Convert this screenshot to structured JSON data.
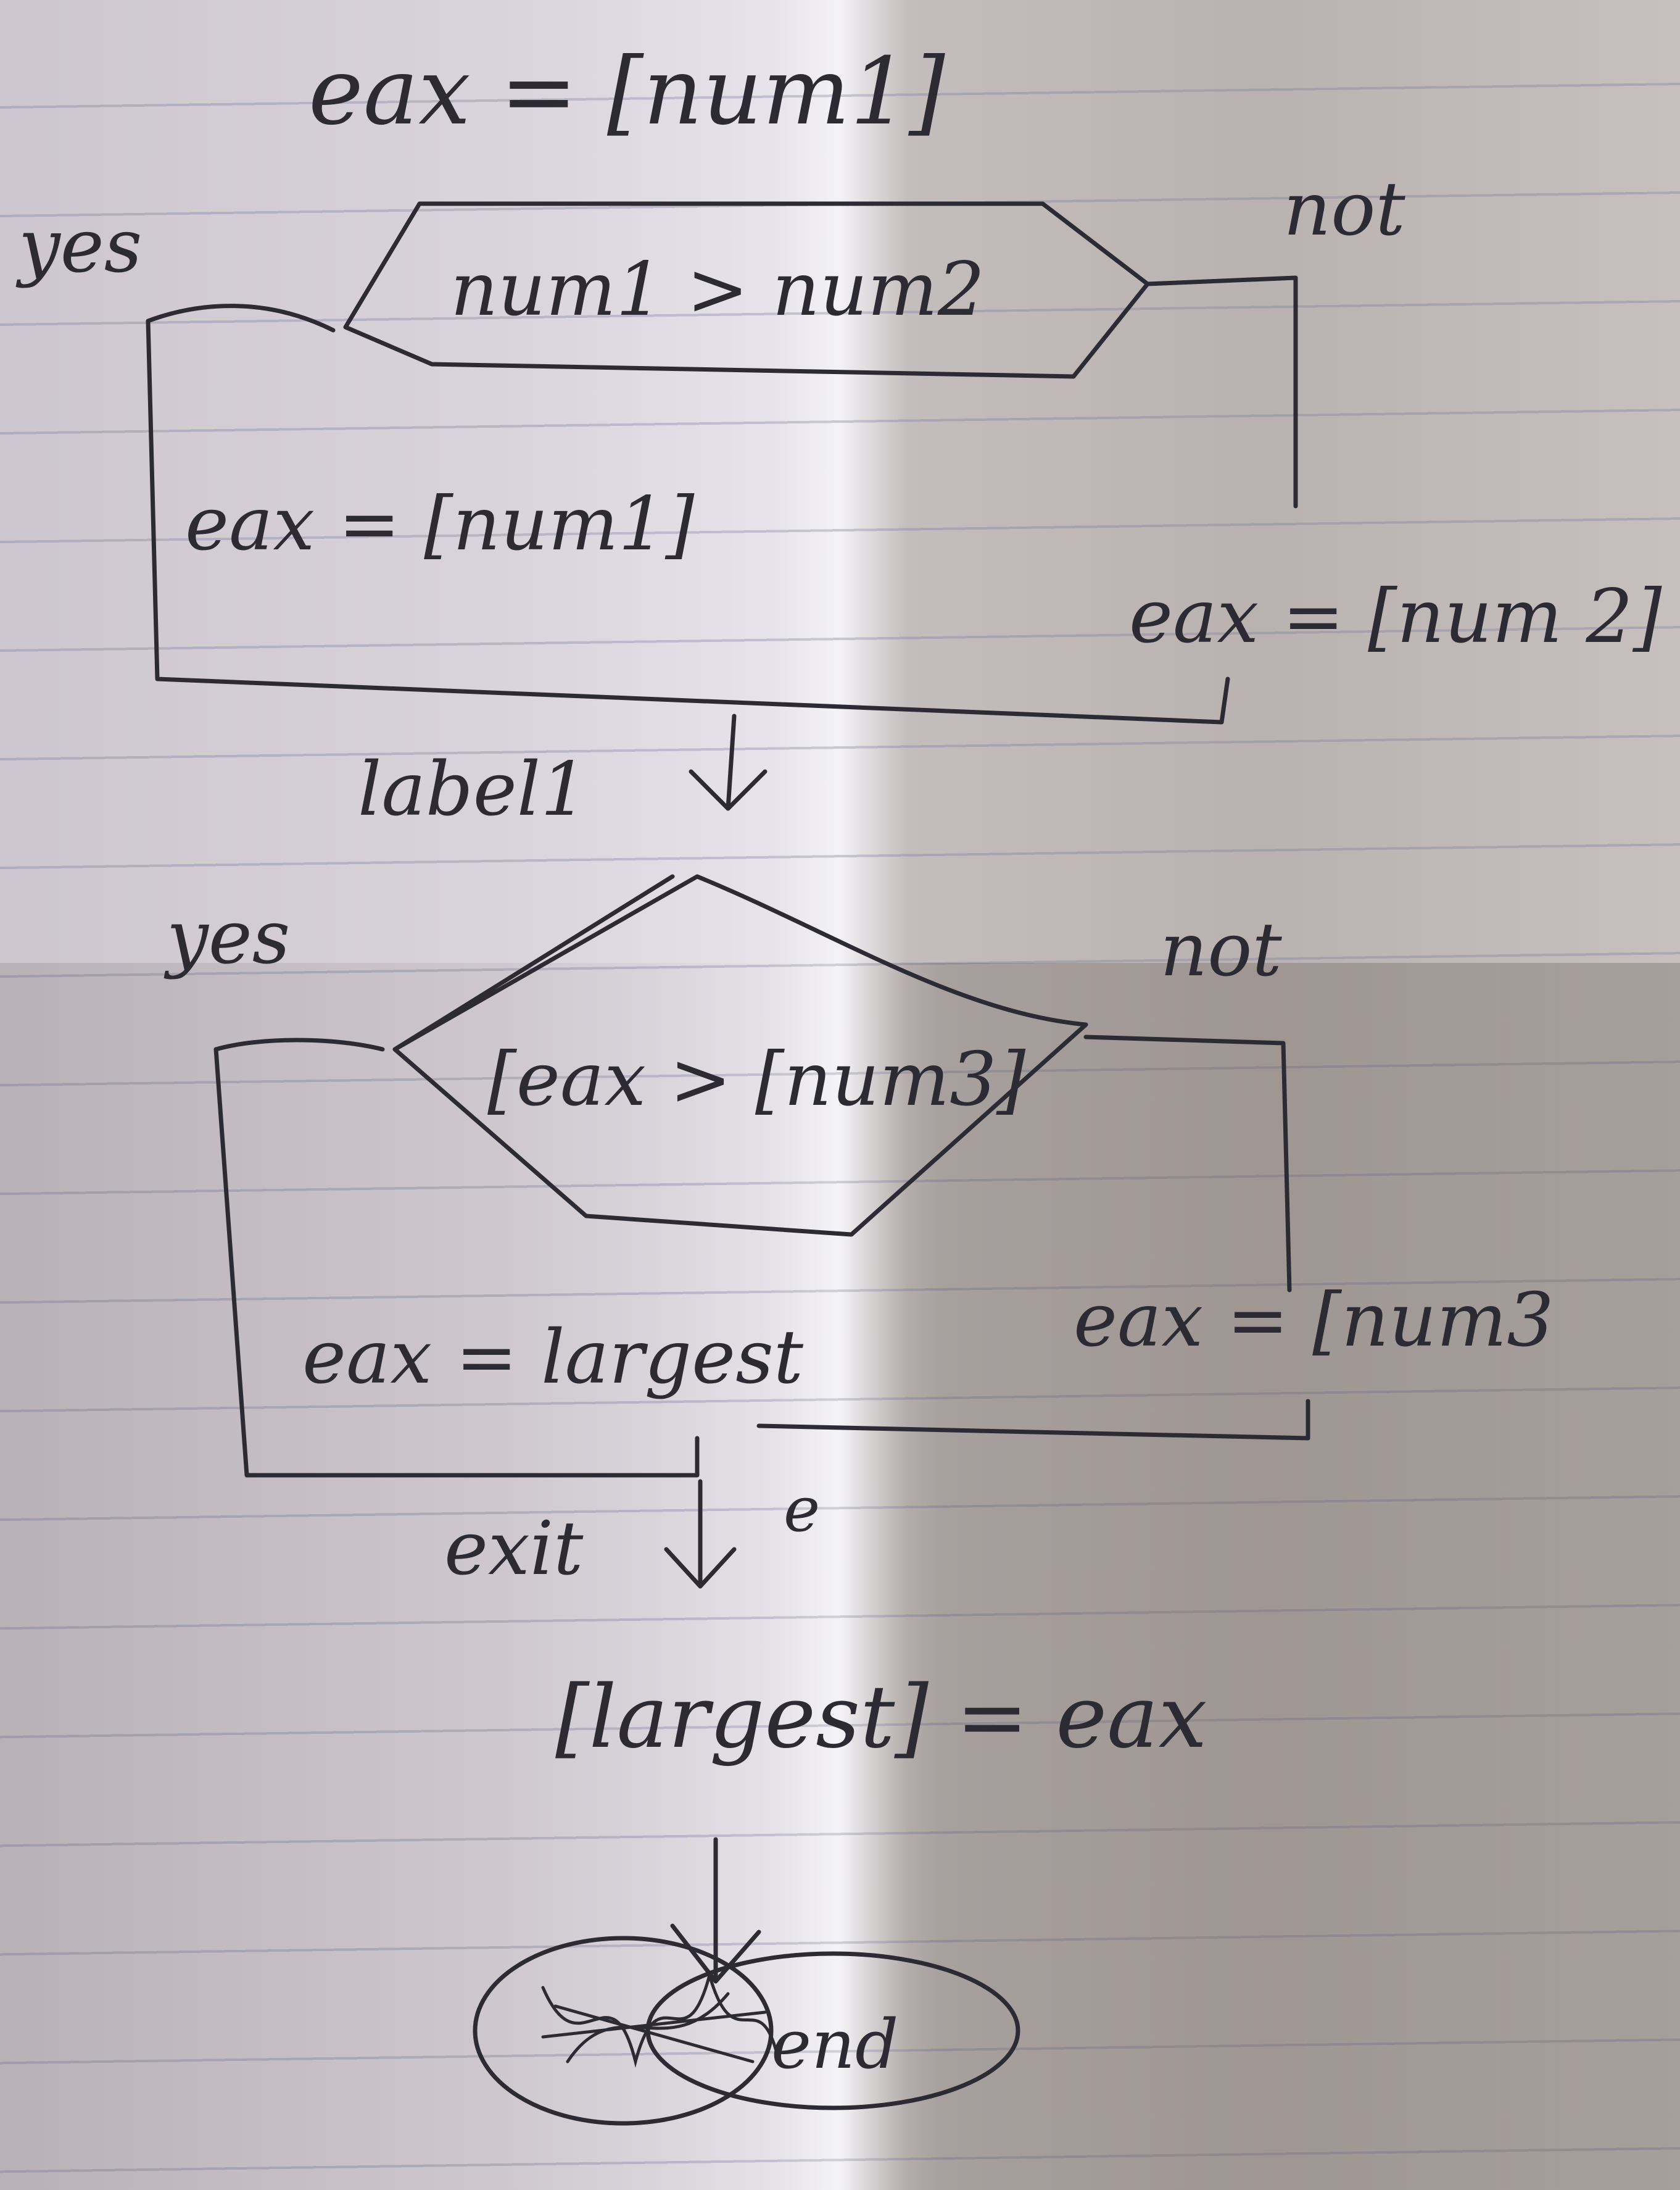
{
  "flowchart": {
    "step1": "eax = [num1]",
    "decision1": "num1 > num2",
    "decision1_yes": "yes",
    "decision1_no": "not",
    "yes1_action": "eax = [num1]",
    "no1_action": "eax = [num 2]",
    "label": "label1",
    "decision2_yes": "yes",
    "decision2_no": "not",
    "decision2": "[eax > [num3]",
    "yes2_action": "eax = largest",
    "no2_action": "eax = [num3",
    "exit_label": "exit",
    "exit_mark": "e",
    "final_step": "[largest] = eax",
    "terminator": "end"
  },
  "colors": {
    "ink": "#2c2a33",
    "paper_light": "#f3f2f6",
    "paper_shadow": "#bab2b0",
    "rule_lines": "#787da0"
  }
}
